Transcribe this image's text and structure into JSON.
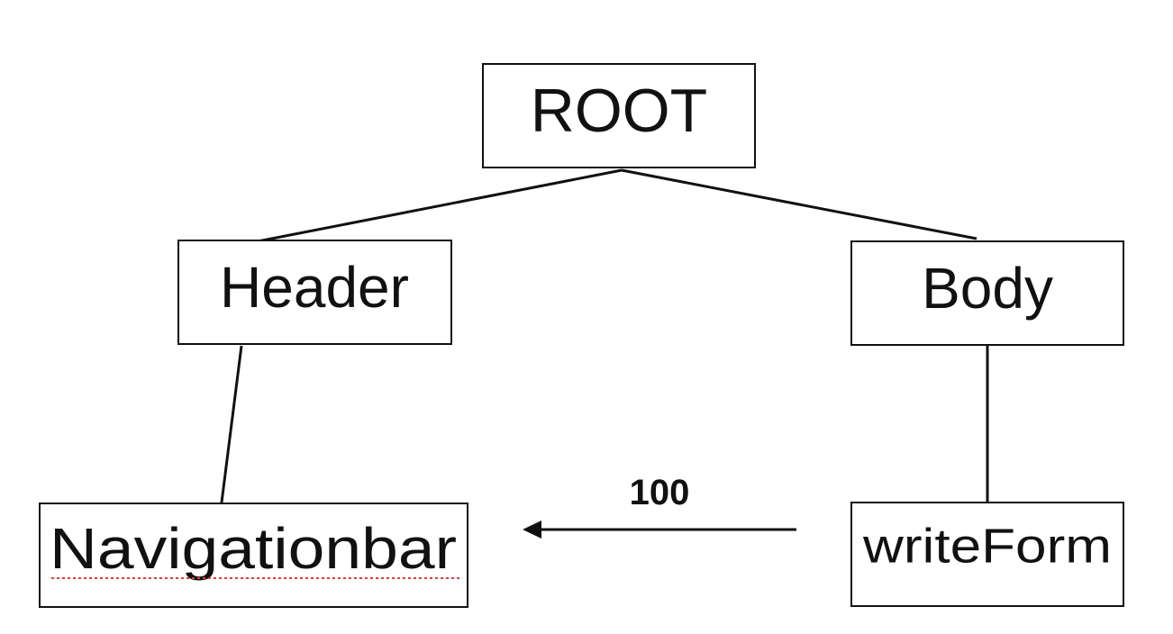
{
  "nodes": {
    "root": {
      "label": "ROOT"
    },
    "header": {
      "label": "Header"
    },
    "body": {
      "label": "Body"
    },
    "navigationbar": {
      "label": "Navigationbar"
    },
    "writeform": {
      "label": "writeForm"
    }
  },
  "arrow": {
    "label": "100",
    "from": "writeForm",
    "to": "Navigationbar"
  },
  "colors": {
    "stroke": "#111111",
    "spellcheck_underline": "#e03c3c"
  }
}
